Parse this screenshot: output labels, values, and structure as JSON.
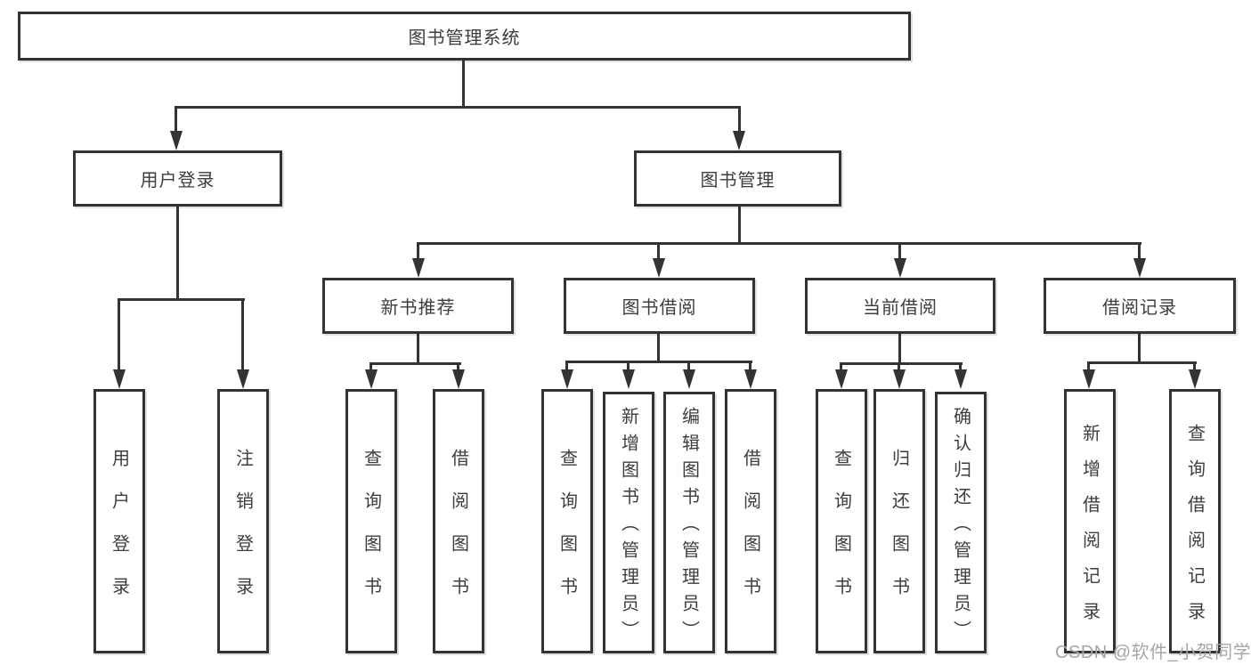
{
  "diagram": {
    "title": "图书管理系统",
    "level2": {
      "user_login": "用户登录",
      "book_mgmt": "图书管理"
    },
    "level3": {
      "new_book_rec": "新书推荐",
      "book_borrow": "图书借阅",
      "current_borrow": "当前借阅",
      "borrow_records": "借阅记录"
    },
    "leaves": {
      "user_login": "用户登录",
      "logout": "注销登录",
      "rec_query_book": "查询图书",
      "rec_borrow_book": "借阅图书",
      "bb_query_book": "查询图书",
      "bb_add_book": "新增图书（管理员）",
      "bb_edit_book": "编辑图书（管理员）",
      "bb_borrow_book": "借阅图书",
      "cb_query_book": "查询图书",
      "cb_return_book": "归还图书",
      "cb_confirm_return": "确认归还（管理员）",
      "br_add_record": "新增借阅记录",
      "br_query_record": "查询借阅记录"
    }
  },
  "watermark": {
    "text": "CSDN @软件_小贺同学",
    "color": "#a6a6a6"
  },
  "colors": {
    "line": "#333333",
    "text": "#3d3d3d",
    "box_bg": "#ffffff",
    "page_bg": "#ffffff"
  }
}
